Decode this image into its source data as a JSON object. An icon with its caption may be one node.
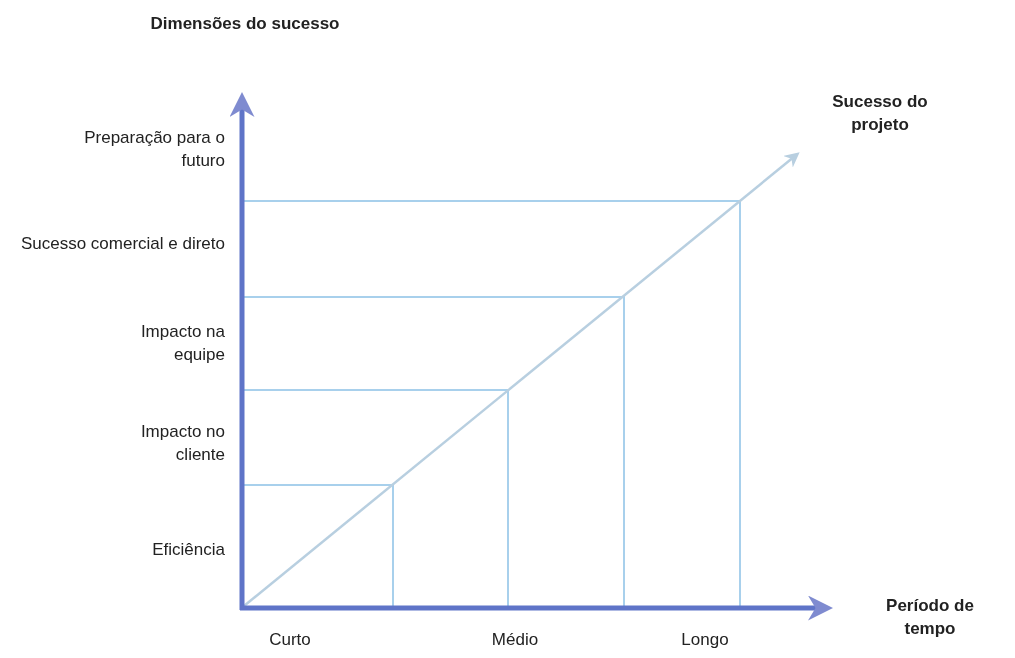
{
  "diagram": {
    "labels": [
      "Dimensões do sucesso",
      "Sucesso do projeto",
      "Preparação para o futuro",
      "Sucesso comercial e direto",
      "Impacto na equipe",
      "Impacto no cliente",
      "Eficiência",
      "Período de tempo",
      "Curto",
      "Médio",
      "Longo"
    ]
  }
}
